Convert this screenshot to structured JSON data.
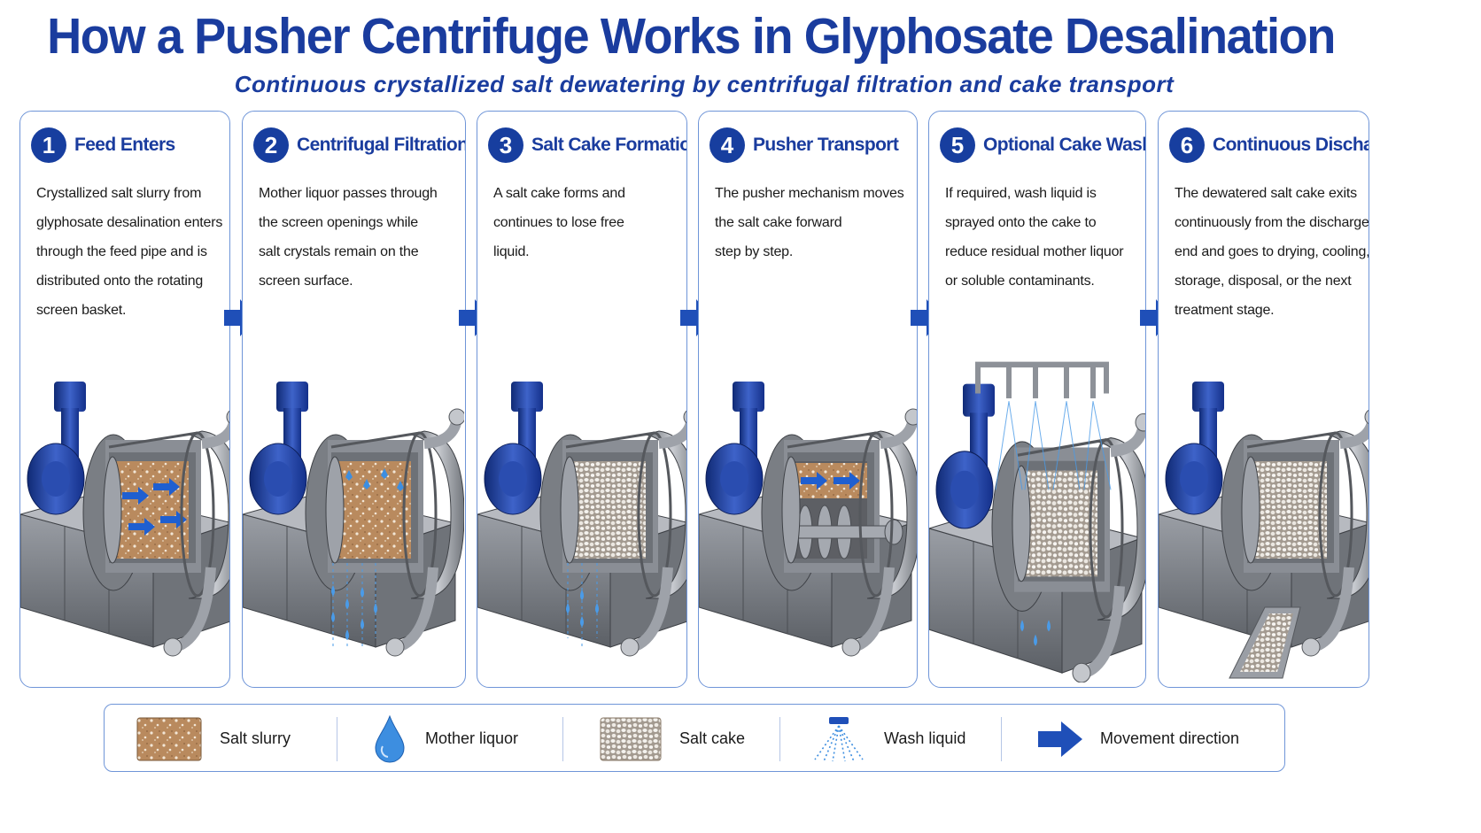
{
  "header": {
    "title": "How a Pusher Centrifuge Works in Glyphosate Desalination",
    "subtitle": "Continuous crystallized salt dewatering by centrifugal filtration and cake transport"
  },
  "steps": [
    {
      "number": "1",
      "title": "Feed Enters",
      "lines": [
        "Crystallized salt slurry from",
        "glyphosate desalination enters",
        "through the feed pipe and is",
        "distributed onto the rotating",
        "screen basket."
      ]
    },
    {
      "number": "2",
      "title": "Centrifugal Filtration",
      "lines": [
        "Mother liquor passes through",
        "the screen openings while",
        "salt crystals remain on the",
        "screen surface."
      ]
    },
    {
      "number": "3",
      "title": "Salt Cake Formation",
      "lines": [
        "A salt cake forms and",
        "continues to lose free",
        "liquid."
      ]
    },
    {
      "number": "4",
      "title": "Pusher Transport",
      "lines": [
        "The pusher mechanism moves",
        "the salt cake forward",
        "step by step."
      ]
    },
    {
      "number": "5",
      "title": "Optional Cake Washing",
      "lines": [
        "If required, wash liquid is",
        "sprayed onto the cake to",
        "reduce residual mother liquor",
        "or soluble contaminants."
      ]
    },
    {
      "number": "6",
      "title": "Continuous Discharge",
      "lines": [
        "The dewatered salt cake exits",
        "continuously from the discharge",
        "end and goes to drying, cooling,",
        "storage, disposal, or the next",
        "treatment stage."
      ]
    }
  ],
  "legend": [
    {
      "label": "Salt slurry",
      "icon": "salt-slurry-swatch"
    },
    {
      "label": "Mother liquor",
      "icon": "droplet-icon"
    },
    {
      "label": "Salt cake",
      "icon": "salt-cake-swatch"
    },
    {
      "label": "Wash liquid",
      "icon": "spray-nozzle-icon"
    },
    {
      "label": "Movement direction",
      "icon": "arrow-right-icon"
    }
  ],
  "colors": {
    "accent": "#1a3c9e",
    "panel_border": "#6f95d8",
    "motor_blue": "#1f3f9c",
    "steel": "#8b8f96",
    "slurry": "#b98a5e",
    "liquid": "#3d8ee0"
  }
}
